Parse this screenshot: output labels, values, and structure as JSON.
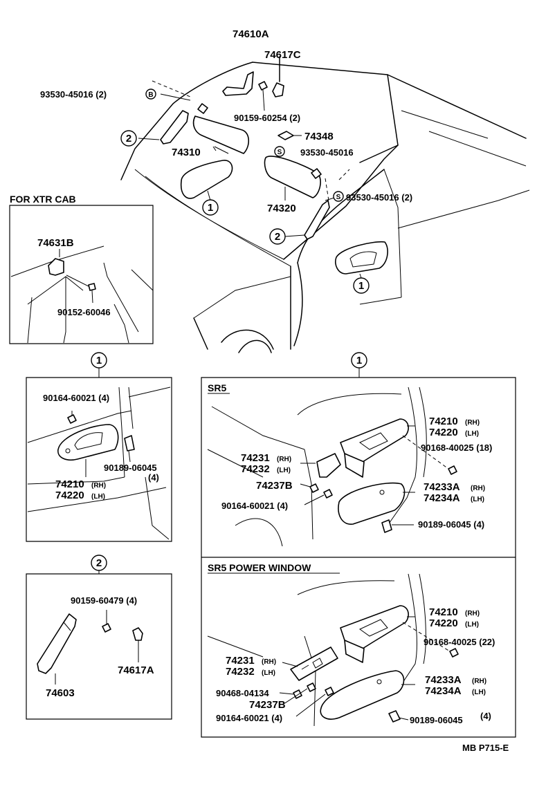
{
  "sections": {
    "xtr_cab": "FOR XTR CAB",
    "sr5": "SR5",
    "sr5_power_window": "SR5  POWER  WINDOW"
  },
  "callouts": {
    "one": "1",
    "two": "2",
    "b_mark": "B",
    "s_mark": "S"
  },
  "top": {
    "p74610A": "74610A",
    "p74617C": "74617C",
    "p93530_45016_2": "93530-45016 (2)",
    "p90159_60254_2": "90159-60254 (2)",
    "p74348": "74348",
    "p93530_45016": "93530-45016",
    "p74310": "74310",
    "p74320": "74320",
    "p93530_45016_2r": "93530-45016 (2)"
  },
  "xtr": {
    "p74631B": "74631B",
    "p90152_60046": "90152-60046"
  },
  "left1": {
    "p90164_60021_4": "90164-60021 (4)",
    "p74210": "74210",
    "p74220": "74220",
    "rh": "(RH)",
    "lh": "(LH)",
    "p90189_06045": "90189-06045",
    "qty4": "(4)"
  },
  "left2": {
    "p90159_60479_4": "90159-60479 (4)",
    "p74603": "74603",
    "p74617A": "74617A"
  },
  "sr5": {
    "p74210": "74210",
    "p74220": "74220",
    "p90168_40025_18": "90168-40025 (18)",
    "p74231": "74231",
    "p74232": "74232",
    "p74237B": "74237B",
    "p90164_60021_4": "90164-60021 (4)",
    "p74233A": "74233A",
    "p74234A": "74234A",
    "p90189_06045_4": "90189-06045 (4)",
    "rh": "(RH)",
    "lh": "(LH)"
  },
  "spw": {
    "p74210": "74210",
    "p74220": "74220",
    "p90168_40025_22": "90168-40025 (22)",
    "p74231": "74231",
    "p74232": "74232",
    "p90468_04134": "90468-04134",
    "p74237B": "74237B",
    "p90164_60021_4": "90164-60021 (4)",
    "p74233A": "74233A",
    "p74234A": "74234A",
    "p90189_06045": "90189-06045",
    "qty4": "(4)",
    "rh": "(RH)",
    "lh": "(LH)"
  },
  "footer": {
    "code": "MB P715-E"
  }
}
